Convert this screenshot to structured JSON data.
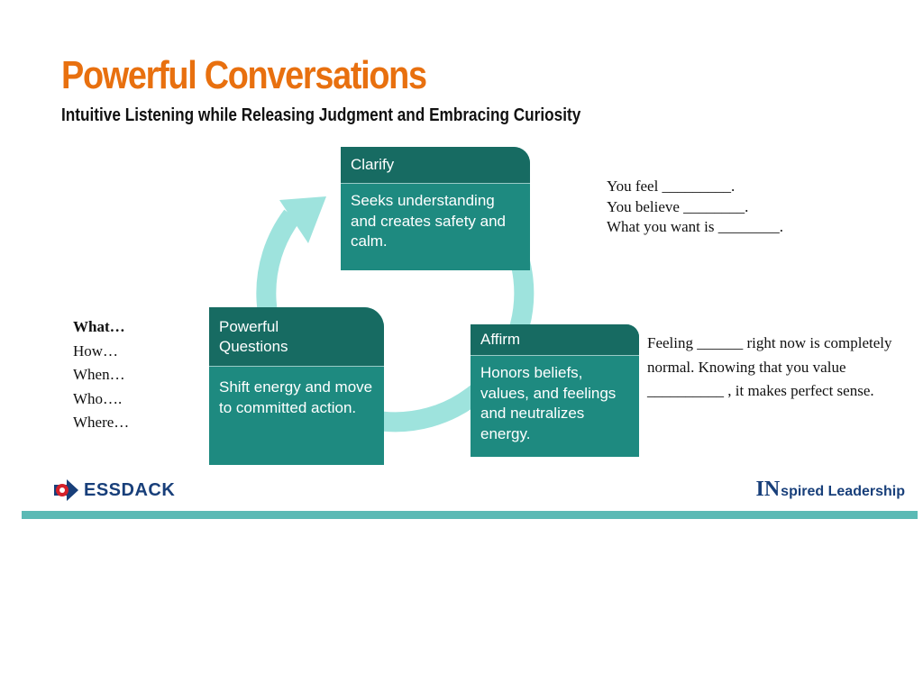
{
  "header": {
    "title": "Powerful Conversations",
    "subtitle": "Intuitive Listening while Releasing Judgment and Embracing Curiosity"
  },
  "colors": {
    "title": "#e8700f",
    "card_head": "#176b62",
    "card_body": "#1e8a80",
    "cycle_arrow": "#9ee3dd",
    "footer_bar": "#5bbab5",
    "logo_blue": "#183f7a",
    "logo_red": "#d4202a"
  },
  "cards": {
    "clarify": {
      "heading": "Clarify",
      "body": "Seeks understanding and creates safety and calm."
    },
    "affirm": {
      "heading": "Affirm",
      "body": "Honors beliefs, values, and feelings and neutralizes energy."
    },
    "questions": {
      "heading": "Powerful Questions",
      "body": "Shift energy and move to committed action."
    }
  },
  "clarify_prompts": [
    "You feel _________.",
    "You believe ________.",
    "What you want is ________."
  ],
  "affirm_prompt": "Feeling ______ right now is completely normal. Knowing that you value __________ , it makes perfect sense.",
  "question_words": [
    "What…",
    "How…",
    "When…",
    "Who….",
    "Where…"
  ],
  "logos": {
    "left": {
      "text": "ESSDACK",
      "icon": "essdack-arrow-icon"
    },
    "right": {
      "prefix": "IN",
      "rest": "spired Leadership"
    }
  }
}
